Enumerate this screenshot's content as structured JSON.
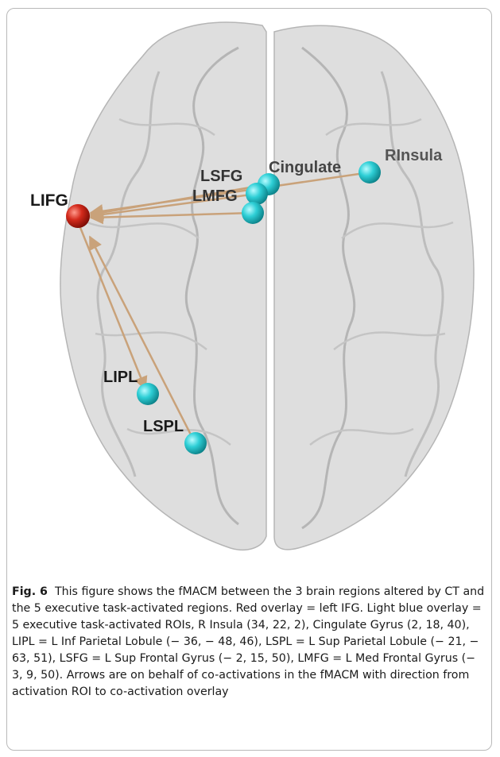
{
  "figure": {
    "labels": {
      "lifg": "LIFG",
      "lsfg": "LSFG",
      "lmfg": "LMFG",
      "cingulate": "Cingulate",
      "rinsula": "RInsula",
      "lipl": "LIPL",
      "lspl": "LSPL"
    },
    "colors": {
      "overlay_red": "#d32a1c",
      "roi_blue": "#2ecfd6",
      "arrow": "#c9a27a",
      "brain": "#cfcfcf"
    }
  },
  "caption": {
    "label": "Fig. 6",
    "text": "This figure shows the fMACM between the 3 brain regions altered by CT and the 5 executive task-activated regions. Red overlay = left IFG. Light blue overlay = 5 executive task-activated ROIs, R Insula (34, 22, 2), Cingulate Gyrus (2, 18, 40), LIPL = L Inf Parietal Lobule (− 36, − 48, 46), LSPL = L Sup Parietal Lobule (− 21, − 63, 51), LSFG = L Sup Frontal Gyrus (− 2, 15, 50), LMFG = L Med Frontal Gyrus (− 3, 9, 50). Arrows are on behalf of co-activations in the fMACM with direction from activation ROI to co-activation overlay"
  }
}
